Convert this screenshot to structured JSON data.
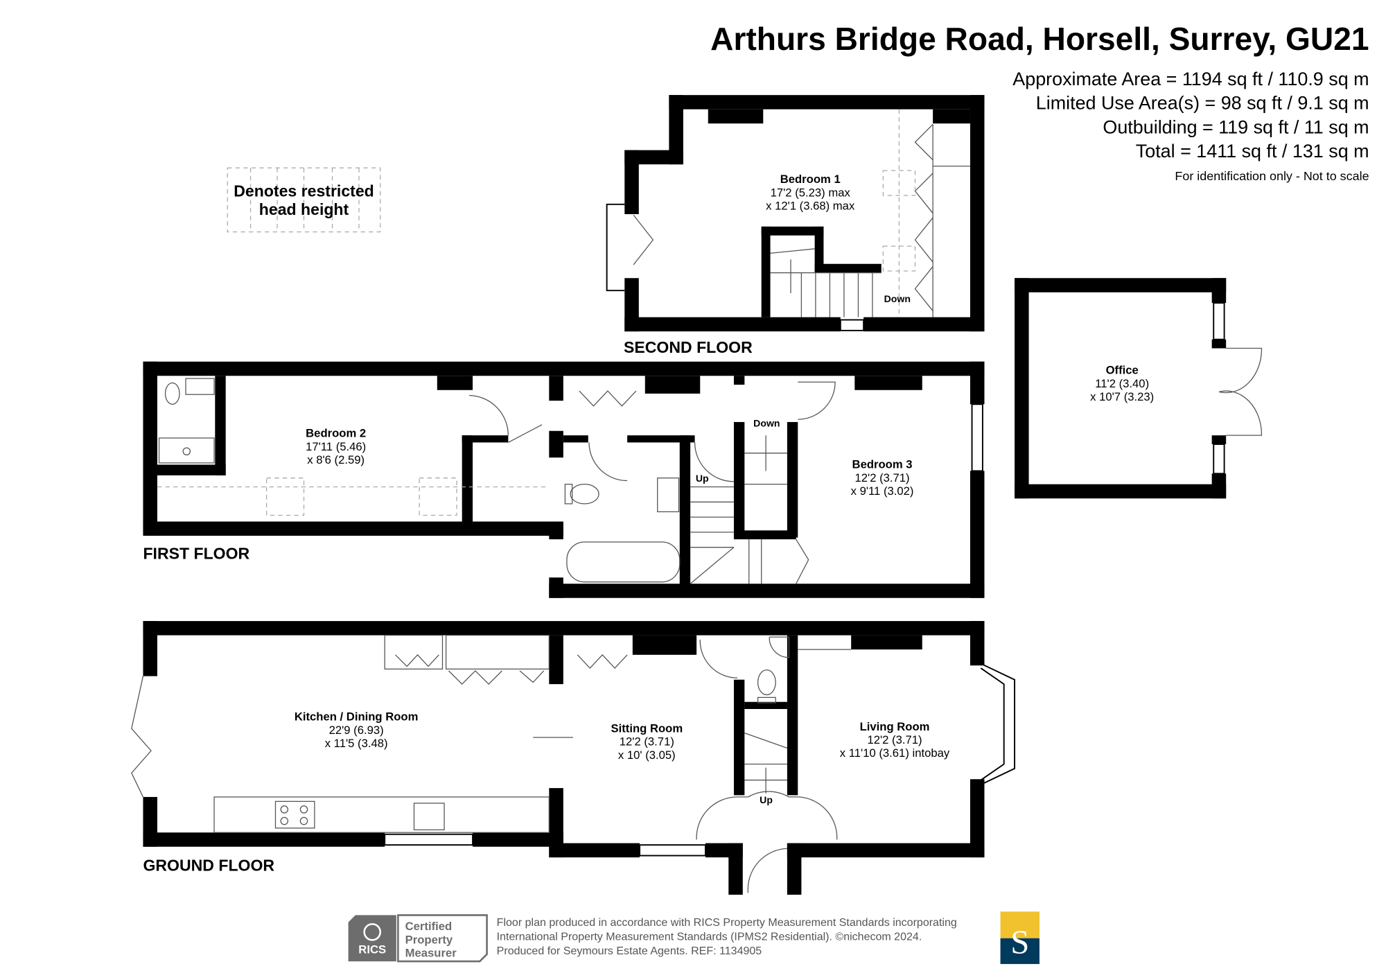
{
  "header": {
    "title": "Arthurs Bridge Road, Horsell, Surrey, GU21",
    "areas": [
      "Approximate Area = 1194 sq ft / 110.9 sq m",
      "Limited Use Area(s) = 98 sq ft / 9.1 sq m",
      "Outbuilding = 119 sq ft / 11 sq m",
      "Total = 1411 sq ft / 131 sq m"
    ],
    "disclaimer": "For identification only - Not to scale"
  },
  "legend": {
    "line1": "Denotes restricted",
    "line2": "head height"
  },
  "floors": {
    "second": {
      "label": "SECOND FLOOR",
      "bedroom1": {
        "name": "Bedroom 1",
        "dim1": "17'2 (5.23) max",
        "dim2": "x 12'1 (3.68) max"
      },
      "down": "Down"
    },
    "first": {
      "label": "FIRST FLOOR",
      "bedroom2": {
        "name": "Bedroom 2",
        "dim1": "17'11 (5.46)",
        "dim2": "x 8'6 (2.59)"
      },
      "bedroom3": {
        "name": "Bedroom 3",
        "dim1": "12'2 (3.71)",
        "dim2": "x 9'11 (3.02)"
      },
      "up": "Up",
      "down": "Down"
    },
    "ground": {
      "label": "GROUND FLOOR",
      "kitchen": {
        "name": "Kitchen / Dining Room",
        "dim1": "22'9 (6.93)",
        "dim2": "x 11'5 (3.48)"
      },
      "sitting": {
        "name": "Sitting Room",
        "dim1": "12'2 (3.71)",
        "dim2": "x 10' (3.05)"
      },
      "living": {
        "name": "Living Room",
        "dim1": "12'2 (3.71)",
        "dim2": "x 11'10 (3.61) intobay"
      },
      "up": "Up"
    },
    "outbuilding": {
      "office": {
        "name": "Office",
        "dim1": "11'2 (3.40)",
        "dim2": "x 10'7 (3.23)"
      }
    }
  },
  "footer": {
    "rics": "RICS",
    "badge": [
      "Certified",
      "Property",
      "Measurer"
    ],
    "lines": [
      "Floor plan produced in accordance with RICS Property Measurement Standards incorporating",
      "International Property Measurement Standards (IPMS2 Residential).   ©nichecom 2024.",
      "Produced for Seymours Estate Agents.   REF: 1134905"
    ],
    "logo_letter": "S",
    "colors": {
      "logo_top": "#f2c12e",
      "logo_bottom": "#003a5c",
      "rics_grey": "#6d6d6d"
    }
  }
}
